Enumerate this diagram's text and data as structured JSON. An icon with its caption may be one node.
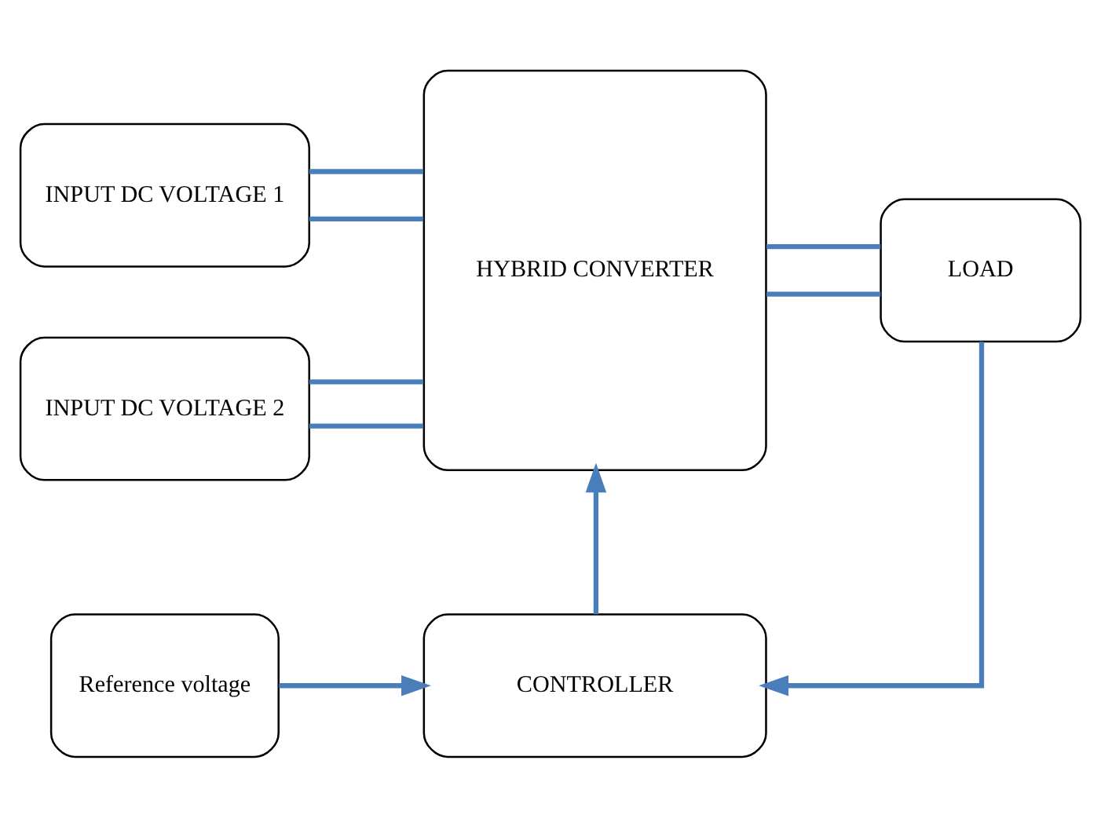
{
  "diagram": {
    "nodes": [
      {
        "text": [
          "INPUT DC VOLTAGE 1"
        ]
      },
      {
        "text": [
          "INPUT DC VOLTAGE 2"
        ]
      },
      {
        "text": [
          "HYBRID CONVERTER"
        ]
      },
      {
        "text": [
          "LOAD"
        ]
      },
      {
        "text": [
          "Reference voltage"
        ]
      },
      {
        "text": [
          "CONTROLLER"
        ]
      }
    ],
    "edges": [
      {
        "from": 0,
        "to": 2,
        "arrow": "none"
      },
      {
        "from": 0,
        "to": 2,
        "arrow": "none"
      },
      {
        "from": 1,
        "to": 2,
        "arrow": "none"
      },
      {
        "from": 1,
        "to": 2,
        "arrow": "none"
      },
      {
        "from": 2,
        "to": 3,
        "arrow": "none"
      },
      {
        "from": 2,
        "to": 3,
        "arrow": "none"
      },
      {
        "from": 4,
        "to": 5,
        "arrow": "to"
      },
      {
        "from": 3,
        "to": 5,
        "arrow": "to"
      },
      {
        "from": 5,
        "to": 2,
        "arrow": "to"
      }
    ]
  }
}
